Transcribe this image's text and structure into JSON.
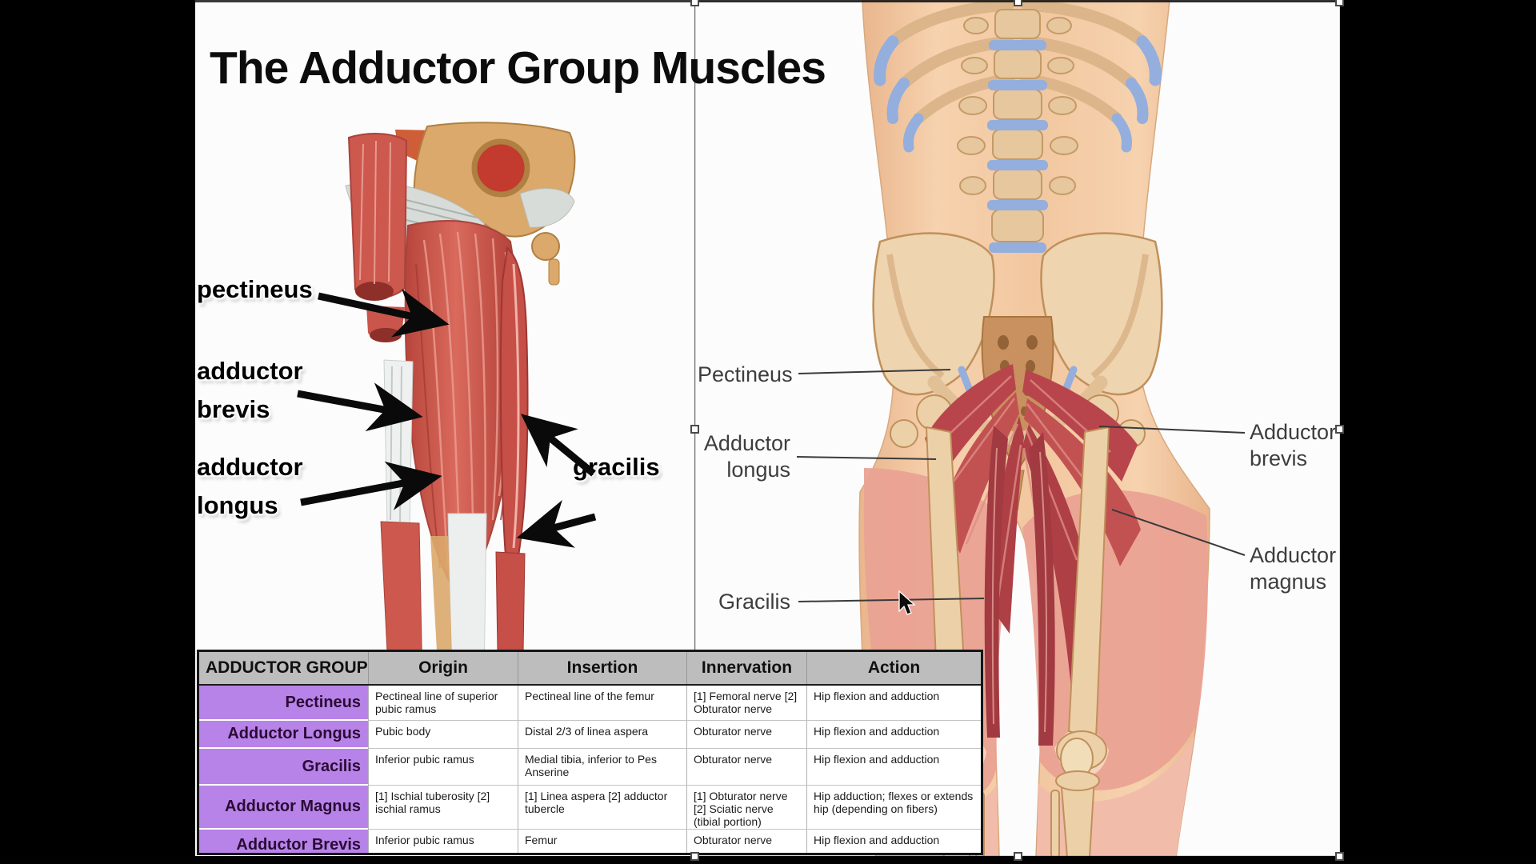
{
  "title": "The Adductor Group Muscles",
  "left_diagram": {
    "labels": {
      "pectineus": "pectineus",
      "adductor_brevis": [
        "adductor",
        "brevis"
      ],
      "adductor_longus": [
        "adductor",
        "longus"
      ],
      "gracilis": "gracilis"
    }
  },
  "right_diagram": {
    "labels": {
      "pectineus": "Pectineus",
      "adductor_longus": [
        "Adductor",
        "longus"
      ],
      "gracilis": "Gracilis",
      "adductor_brevis": [
        "Adductor",
        "brevis"
      ],
      "adductor_magnus": [
        "Adductor",
        "magnus"
      ]
    }
  },
  "table": {
    "group_header": "ADDUCTOR GROUP",
    "columns": [
      "Origin",
      "Insertion",
      "Innervation",
      "Action"
    ],
    "rows": [
      {
        "name": "Pectineus",
        "origin": "Pectineal line of superior pubic ramus",
        "insertion": "Pectineal line of the femur",
        "innervation": "[1] Femoral nerve [2] Obturator nerve",
        "action": "Hip flexion and adduction"
      },
      {
        "name": "Adductor Longus",
        "origin": "Pubic body",
        "insertion": "Distal 2/3 of linea aspera",
        "innervation": "Obturator nerve",
        "action": "Hip flexion and adduction"
      },
      {
        "name": "Gracilis",
        "origin": "Inferior pubic ramus",
        "insertion": "Medial tibia, inferior to Pes Anserine",
        "innervation": "Obturator nerve",
        "action": "Hip flexion and adduction"
      },
      {
        "name": "Adductor Magnus",
        "origin": "[1] Ischial tuberosity [2] ischial ramus",
        "insertion": "[1] Linea aspera [2] adductor tubercle",
        "innervation": "[1] Obturator nerve [2] Sciatic nerve (tibial portion)",
        "action": "Hip adduction; flexes or extends hip (depending on fibers)"
      },
      {
        "name": "Adductor Brevis",
        "origin": "Inferior pubic ramus",
        "insertion": "Femur",
        "innervation": "Obturator nerve",
        "action": "Hip flexion and adduction"
      }
    ]
  },
  "colors": {
    "row_header_purple": "#b883e8",
    "table_header_gray": "#bdbdbd",
    "muscle_red": "#c0504d",
    "skin": "#f2c6a2",
    "bone_tan": "#ecd0a8",
    "disc_blue": "#94aedd",
    "letterbox": "#000000"
  },
  "icons": {
    "cursor": "mouse-cursor-icon",
    "handle": "selection-handle"
  }
}
